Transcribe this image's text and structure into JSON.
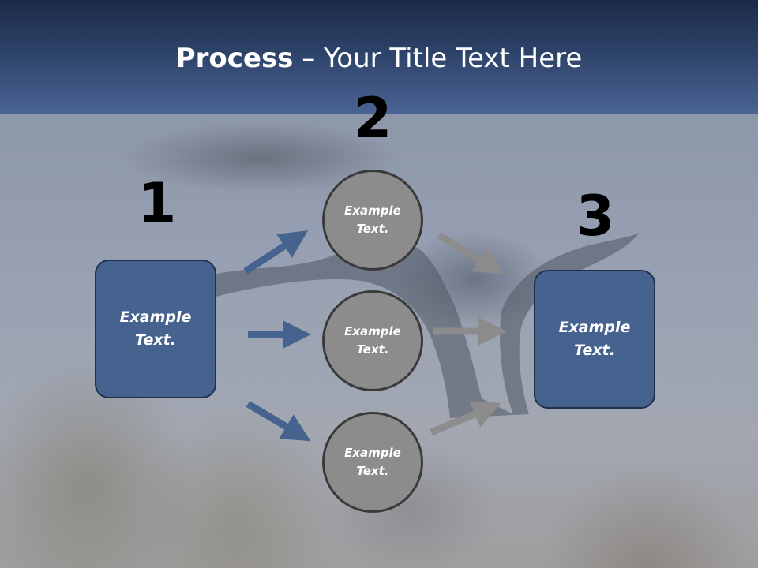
{
  "slide": {
    "title_bold": "Process",
    "title_rest": " – Your Title Text Here"
  },
  "steps": {
    "step1": {
      "number": "1",
      "text": "Example Text."
    },
    "step2": {
      "number": "2",
      "circles": [
        "Example Text.",
        "Example Text.",
        "Example Text."
      ]
    },
    "step3": {
      "number": "3",
      "text": "Example Text."
    }
  },
  "colors": {
    "box_fill": "#46628f",
    "circle_fill": "#8c8c8c",
    "arrow_blue": "#46628f",
    "arrow_gray": "#8c8c8c"
  },
  "icons": [
    "arrow-right-icon"
  ]
}
